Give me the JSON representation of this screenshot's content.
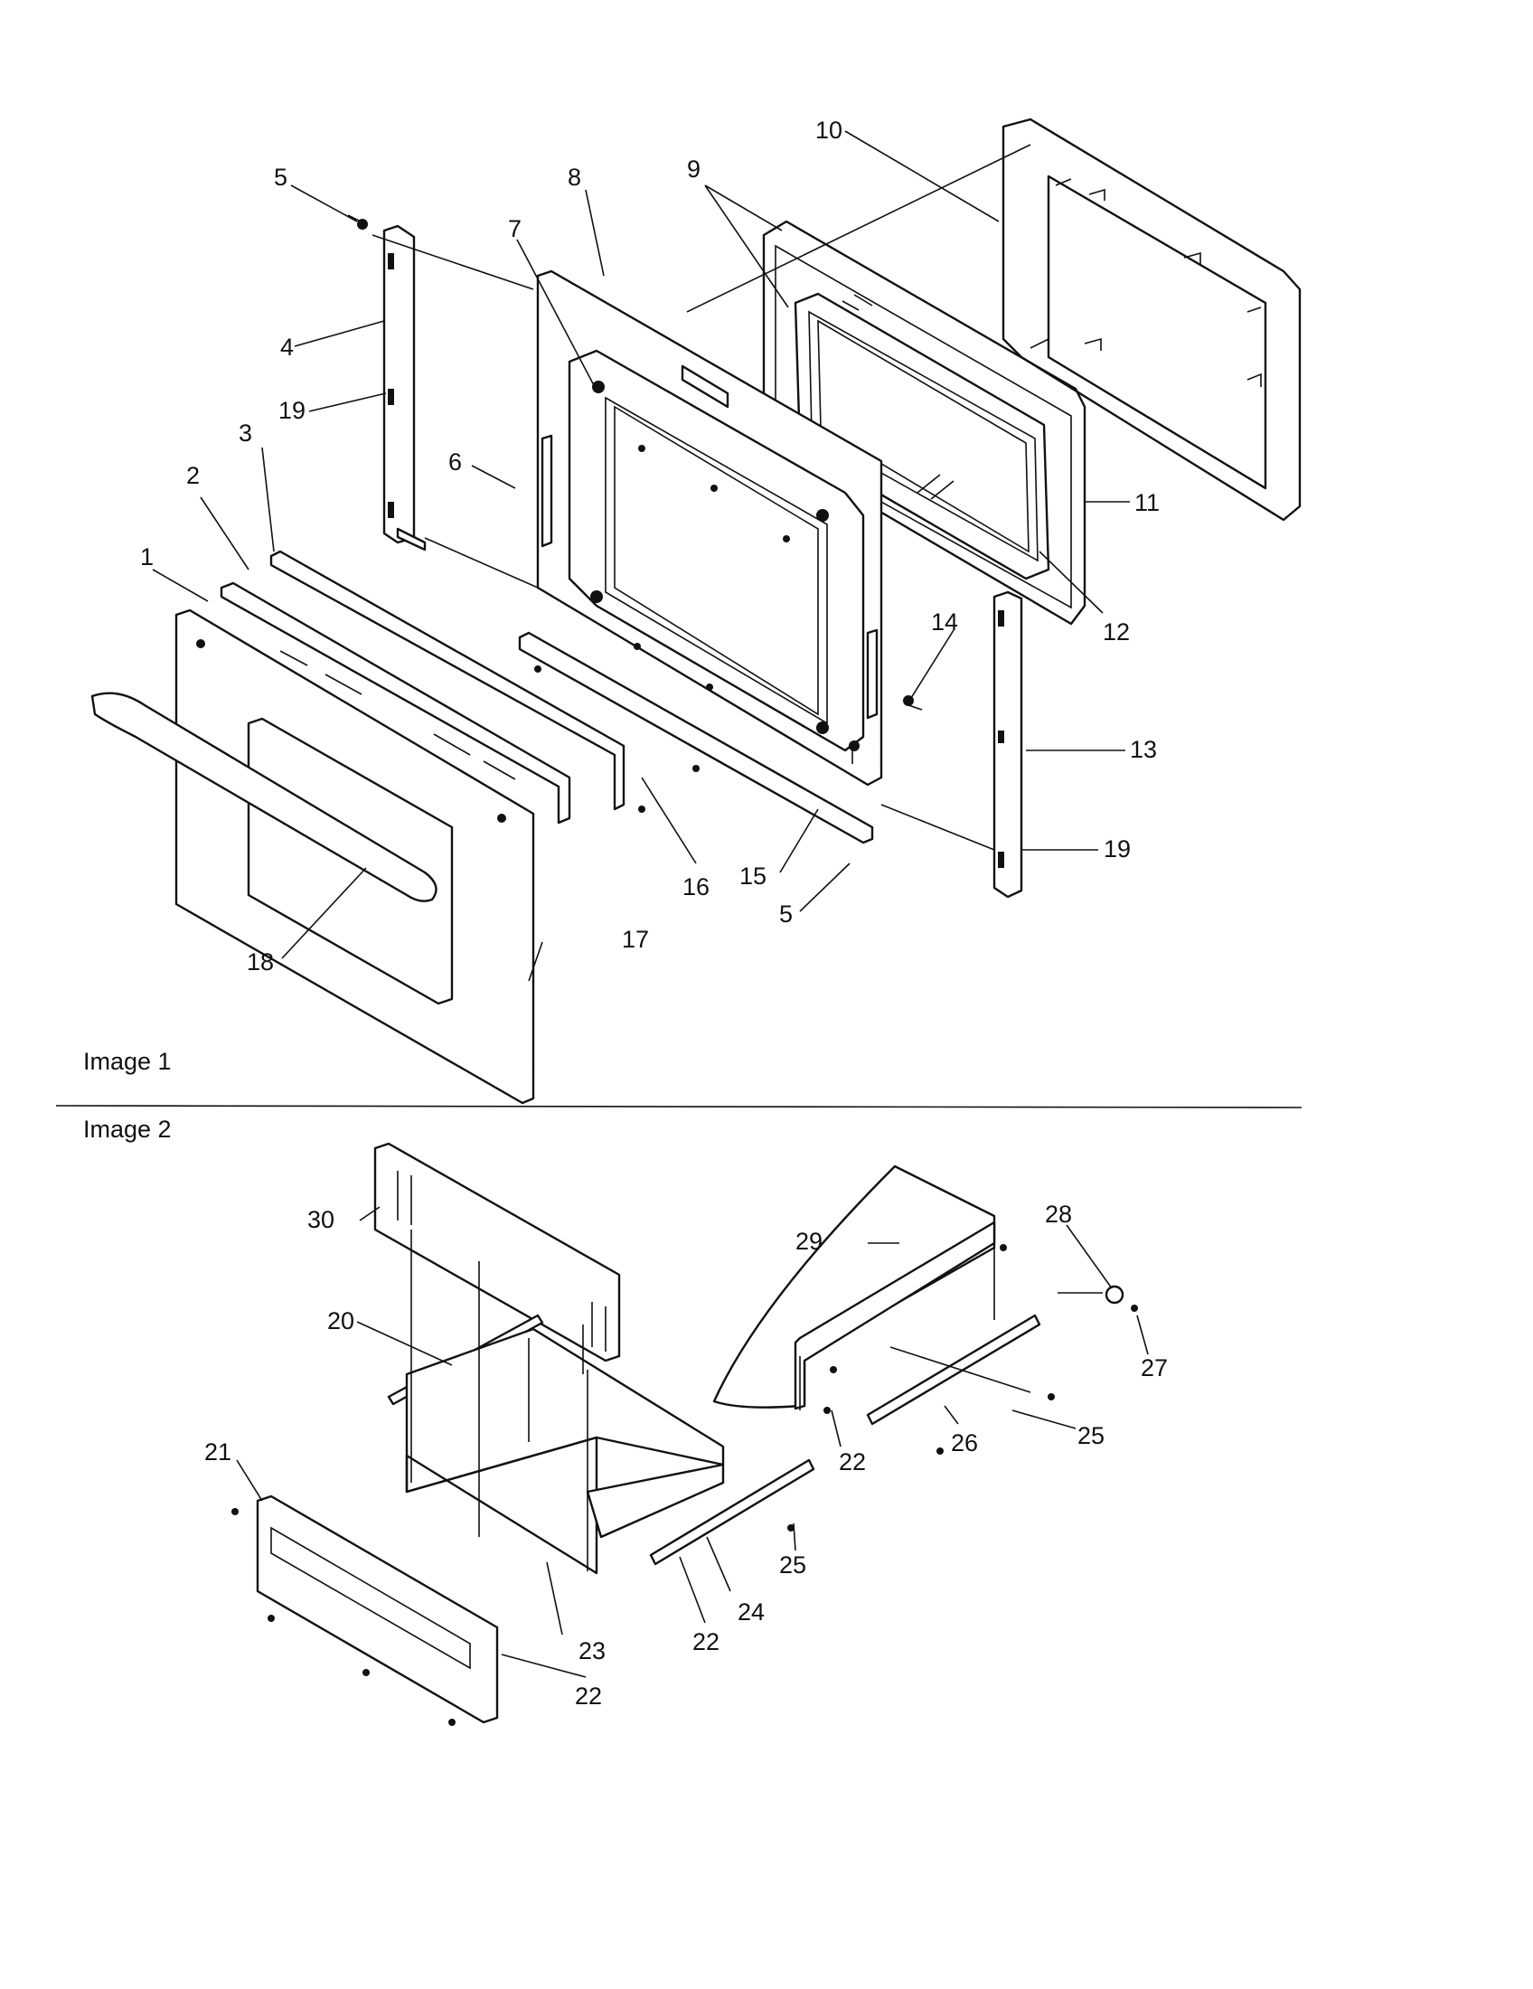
{
  "sections": [
    {
      "caption": "Image 1"
    },
    {
      "caption": "Image 2"
    }
  ],
  "labels": {
    "l1": "1",
    "l2": "2",
    "l3": "3",
    "l4": "4",
    "l5a": "5",
    "l5b": "5",
    "l6": "6",
    "l7": "7",
    "l8": "8",
    "l9": "9",
    "l10": "10",
    "l11": "11",
    "l12": "12",
    "l13": "13",
    "l14": "14",
    "l15": "15",
    "l16": "16",
    "l17": "17",
    "l18": "18",
    "l19a": "19",
    "l19b": "19",
    "l20": "20",
    "l21": "21",
    "l22a": "22",
    "l22b": "22",
    "l22c": "22",
    "l23": "23",
    "l24": "24",
    "l25a": "25",
    "l25b": "25",
    "l26": "26",
    "l27": "27",
    "l28": "28",
    "l29": "29",
    "l30": "30"
  }
}
